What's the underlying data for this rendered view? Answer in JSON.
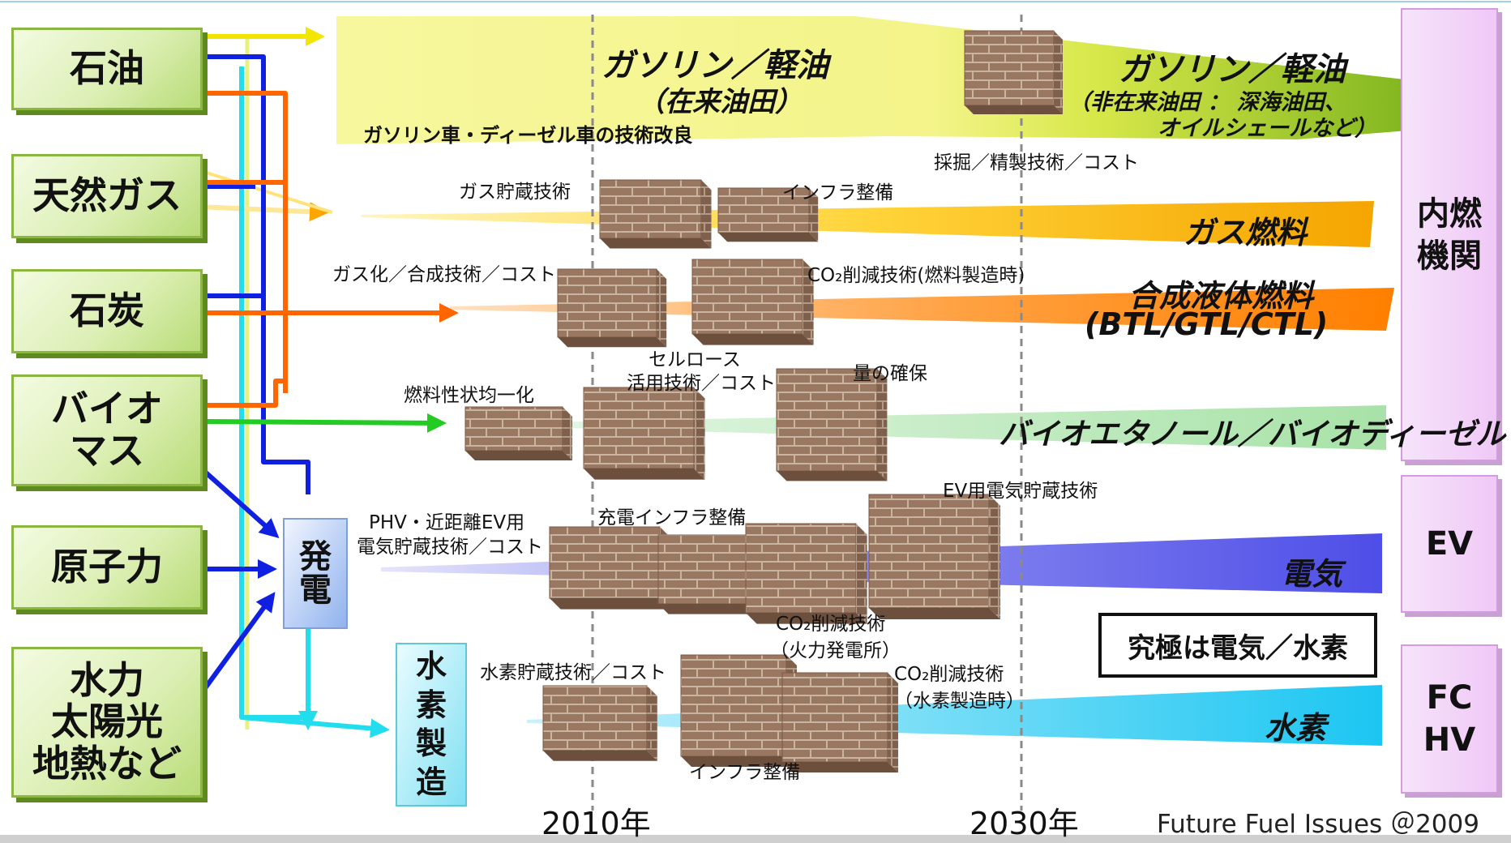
{
  "sources": [
    "石油",
    "天然ガス",
    "石炭",
    "バイオ\nマス",
    "原子力",
    "水力\n太陽光\n地熱など"
  ],
  "power_box": "発\n電",
  "hydrogen_box": "水\n素\n製\n造",
  "categories": [
    {
      "label": "内燃\n機関"
    },
    {
      "label": "EV"
    },
    {
      "label": "FC\nHV"
    }
  ],
  "years": [
    "2010年",
    "2030年"
  ],
  "credit": "Future Fuel Issues ＠2009",
  "ultimate": "究極は電気／水素",
  "fuels": {
    "gasoline_conv_title": "ガソリン／軽油",
    "gasoline_conv_sub": "（在来油田）",
    "gasoline_conv_note": "ガソリン車・ディーゼル車の技術改良",
    "gasoline_unconv_title": "ガソリン／軽油",
    "gasoline_unconv_sub1": "（非在来油田 ： 深海油田、",
    "gasoline_unconv_sub2": "オイルシェールなど）",
    "gas": "ガス燃料",
    "synth1": "合成液体燃料",
    "synth2": "(BTL/GTL/CTL)",
    "bio": "バイオエタノール／バイオディーゼル",
    "electric": "電気",
    "hydrogen": "水素"
  },
  "labels": {
    "mining": "採掘／精製技術／コスト",
    "gas_storage": "ガス貯蔵技術",
    "infra1": "インフラ整備",
    "gasification": "ガス化／合成技術／コスト",
    "co2_fuel": "CO₂削減技術(燃料製造時)",
    "cellulose1": "セルロース",
    "cellulose2": "活用技術／コスト",
    "quantity": "量の確保",
    "uniformity": "燃料性状均一化",
    "phv1": "PHV・近距離EV用",
    "phv2": "電気貯蔵技術／コスト",
    "charging": "充電インフラ整備",
    "ev_storage": "EV用電気貯蔵技術",
    "co2_power1": "CO₂削減技術",
    "co2_power2": "（火力発電所）",
    "h2_storage": "水素貯蔵技術／コスト",
    "co2_h2_1": "CO₂削減技術",
    "co2_h2_2": "（水素製造時）",
    "infra2": "インフラ整備"
  },
  "colors": {
    "oil": "#f2e600",
    "gas": "#ffa500",
    "coal": "#ff6600",
    "bio": "#22cc22",
    "nuclear": "#1020e0",
    "renewable": "#22ddee",
    "electric": "#5050ee",
    "hydrogen": "#22c8ee"
  }
}
